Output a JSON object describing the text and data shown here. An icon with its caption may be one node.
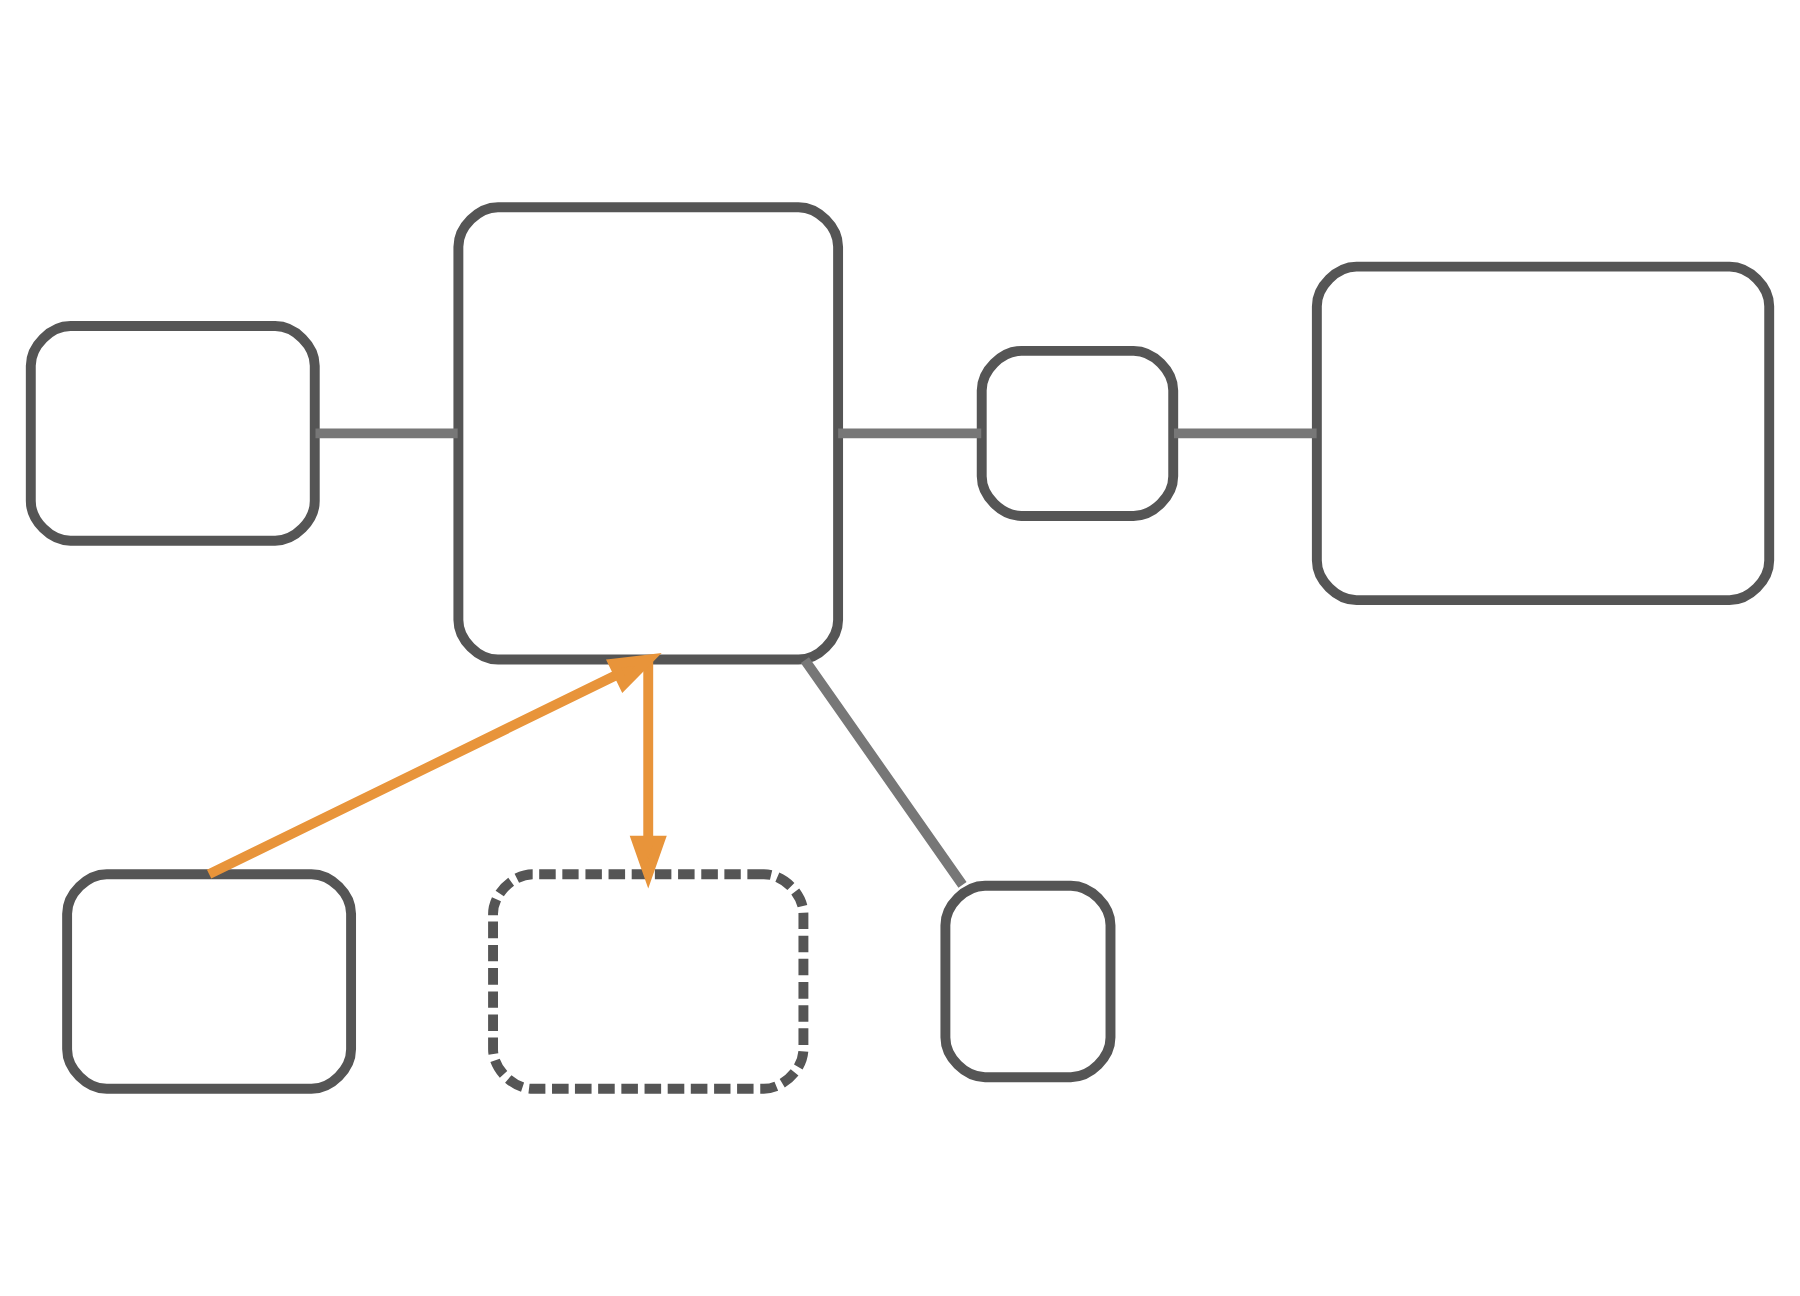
{
  "diagram": {
    "nodes": [
      {
        "text": [],
        "shape": "box"
      },
      {
        "text": [],
        "shape": "box"
      },
      {
        "text": [],
        "shape": "box"
      },
      {
        "text": [],
        "shape": "box"
      },
      {
        "text": [],
        "shape": "box"
      },
      {
        "text": [],
        "shape": "box"
      },
      {
        "text": [],
        "shape": "box"
      }
    ],
    "edges": [
      {
        "from": 0,
        "to": 1,
        "arrow": "none"
      },
      {
        "from": 1,
        "to": 2,
        "arrow": "none"
      },
      {
        "from": 2,
        "to": 3,
        "arrow": "none"
      },
      {
        "from": 1,
        "to": 6,
        "arrow": "none"
      },
      {
        "from": 4,
        "to": 1,
        "arrow": "to",
        "color": "#e8943a"
      },
      {
        "from": 1,
        "to": 5,
        "arrow": "to",
        "color": "#e8943a"
      }
    ]
  }
}
